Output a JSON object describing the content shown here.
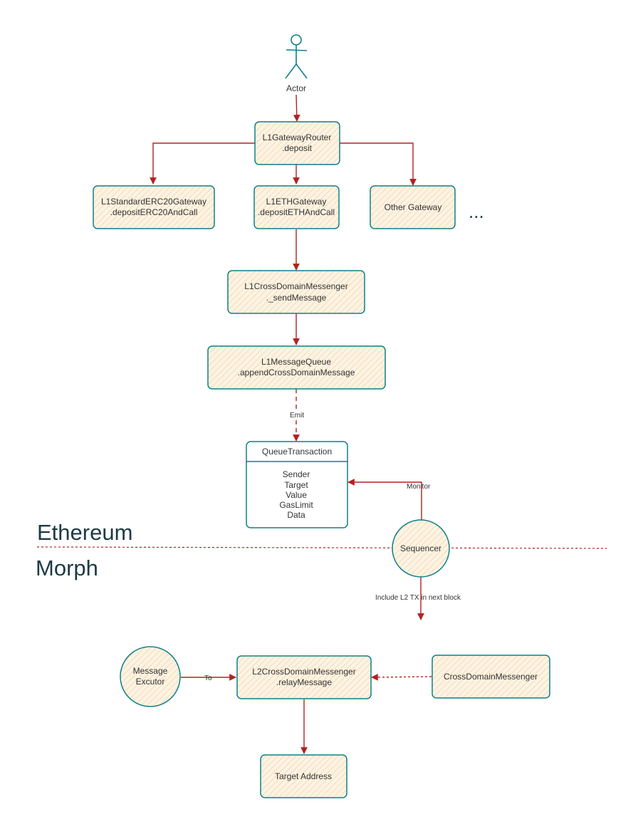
{
  "diagram": {
    "actor": {
      "label": "Actor"
    },
    "nodes": {
      "router": {
        "line1": "L1GatewayRouter",
        "line2": ".deposit"
      },
      "erc20_gateway": {
        "line1": "L1StandardERC20Gateway",
        "line2": ".depositERC20AndCall"
      },
      "eth_gateway": {
        "line1": "L1ETHGateway",
        "line2": ".depositETHAndCall"
      },
      "other_gateway": {
        "line1": "Other Gateway"
      },
      "more": "...",
      "l1_messenger": {
        "line1": "L1CrossDomainMessenger",
        "line2": "._sendMessage"
      },
      "message_queue": {
        "line1": "L1MessageQueue",
        "line2": ".appendCrossDomainMessage"
      },
      "queue_tx": {
        "title": "QueueTransaction",
        "fields": [
          "Sender",
          "Target",
          "Value",
          "GasLimit",
          "Data"
        ]
      },
      "sequencer": {
        "label": "Sequencer"
      },
      "executor": {
        "line1": "Message",
        "line2": "Excutor"
      },
      "l2_messenger": {
        "line1": "L2CrossDomainMessenger",
        "line2": ".relayMessage"
      },
      "cross_domain": {
        "line1": "CrossDomainMessenger"
      },
      "target": {
        "line1": "Target Address"
      }
    },
    "edge_labels": {
      "emit": "Emit",
      "monitor": "Monitor",
      "include": "Include L2 TX in next block",
      "to": "To"
    },
    "regions": {
      "ethereum": "Ethereum",
      "morph": "Morph"
    },
    "colors": {
      "node_border": "#0e8088",
      "node_fill": "#fcf0dc",
      "arrow": "#b22222",
      "divider": "#b22222",
      "text": "#333333",
      "region_text": "#1d3a44"
    }
  }
}
